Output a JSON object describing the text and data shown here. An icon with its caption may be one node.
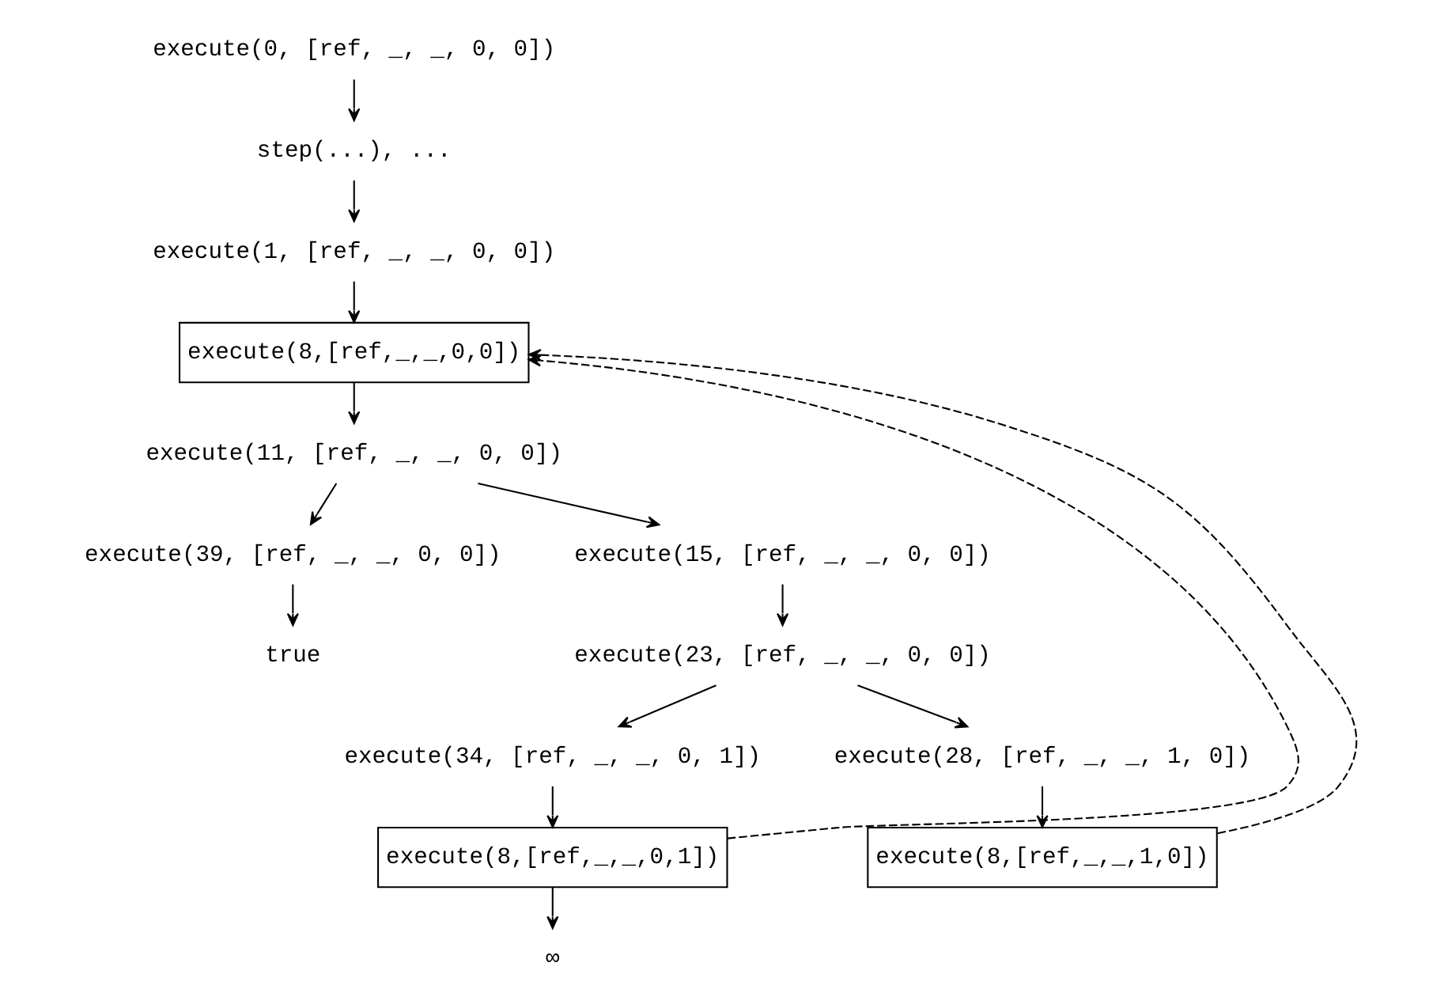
{
  "diagram": {
    "nodes": [
      {
        "text": [
          "execute(0, [ref, _, _, 0, 0])"
        ]
      },
      {
        "text": [
          "step(...), ..."
        ]
      },
      {
        "text": [
          "execute(1, [ref, _, _, 0, 0])"
        ]
      },
      {
        "text": [
          "execute(8,[ref,_,_,0,0])"
        ]
      },
      {
        "text": [
          "execute(11, [ref, _, _, 0, 0])"
        ]
      },
      {
        "text": [
          "execute(39, [ref, _, _, 0, 0])"
        ]
      },
      {
        "text": [
          "execute(15, [ref, _, _, 0, 0])"
        ]
      },
      {
        "text": [
          "true"
        ]
      },
      {
        "text": [
          "execute(23, [ref, _, _, 0, 0])"
        ]
      },
      {
        "text": [
          "execute(34, [ref, _, _, 0, 1])"
        ]
      },
      {
        "text": [
          "execute(28, [ref, _, _, 1, 0])"
        ]
      },
      {
        "text": [
          "execute(8,[ref,_,_,0,1])"
        ]
      },
      {
        "text": [
          "execute(8,[ref,_,_,1,0])"
        ]
      },
      {
        "text": [
          "∞"
        ]
      }
    ],
    "edges": [
      {
        "from": 0,
        "to": 1,
        "arrow": "to"
      },
      {
        "from": 1,
        "to": 2,
        "arrow": "to"
      },
      {
        "from": 2,
        "to": 3,
        "arrow": "to"
      },
      {
        "from": 3,
        "to": 4,
        "arrow": "to"
      },
      {
        "from": 4,
        "to": 5,
        "arrow": "to"
      },
      {
        "from": 4,
        "to": 6,
        "arrow": "to"
      },
      {
        "from": 5,
        "to": 7,
        "arrow": "to"
      },
      {
        "from": 6,
        "to": 8,
        "arrow": "to"
      },
      {
        "from": 8,
        "to": 9,
        "arrow": "to"
      },
      {
        "from": 8,
        "to": 10,
        "arrow": "to"
      },
      {
        "from": 9,
        "to": 11,
        "arrow": "to"
      },
      {
        "from": 10,
        "to": 12,
        "arrow": "to"
      },
      {
        "from": 11,
        "to": 13,
        "arrow": "to"
      },
      {
        "from": 11,
        "to": 3,
        "arrow": "to",
        "style": "dashed"
      },
      {
        "from": 12,
        "to": 3,
        "arrow": "to",
        "style": "dashed"
      }
    ]
  }
}
